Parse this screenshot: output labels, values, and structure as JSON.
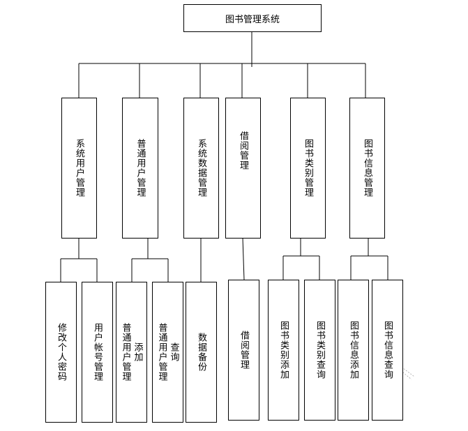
{
  "root": {
    "label": "图书管理系统"
  },
  "modules": {
    "m1": {
      "label": "系统用户管理"
    },
    "m2": {
      "label": "普通用户管理"
    },
    "m3": {
      "label": "系统数据管理"
    },
    "m4": {
      "label": "借阅管理"
    },
    "m5": {
      "label": "图书类别管理"
    },
    "m6": {
      "label": "图书信息管理"
    }
  },
  "subs": {
    "s1": {
      "label": "修改个人密码"
    },
    "s2": {
      "label": "用户帐号管理"
    },
    "s3": {
      "label1": "普通用户管理",
      "label2": "添加"
    },
    "s4": {
      "label1": "普通用户管理",
      "label2": "查询"
    },
    "s5": {
      "label": "数据备份"
    },
    "s6": {
      "label": "借阅管理"
    },
    "s7": {
      "label": "图书类别添加"
    },
    "s8": {
      "label": "图书类别查询"
    },
    "s9": {
      "label": "图书信息添加"
    },
    "s10": {
      "label": "图书信息查询"
    }
  }
}
